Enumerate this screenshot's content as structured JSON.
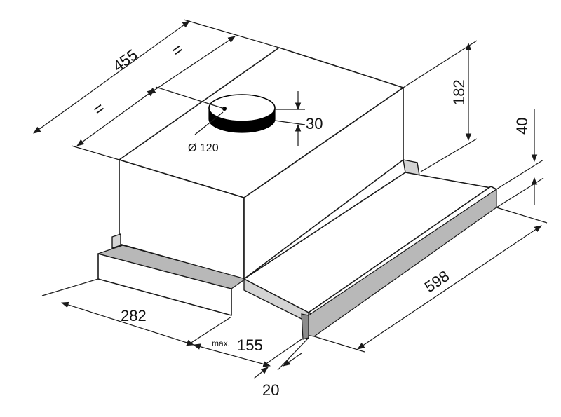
{
  "dimensions": {
    "depth": "455",
    "equal_mark_1": "=",
    "equal_mark_2": "=",
    "height": "182",
    "outlet_height": "30",
    "outlet_diameter": "Ø 120",
    "visor_height": "40",
    "width": "598",
    "base_depth": "282",
    "extension_prefix": "max.",
    "extension_value": "155",
    "visor_thickness": "20"
  },
  "colors": {
    "line": "#1a1a1a",
    "panel_light": "#d4d4d4",
    "panel_mid": "#b8b8b8",
    "panel_dark": "#8c8c8c",
    "outlet_side": "#000000"
  }
}
